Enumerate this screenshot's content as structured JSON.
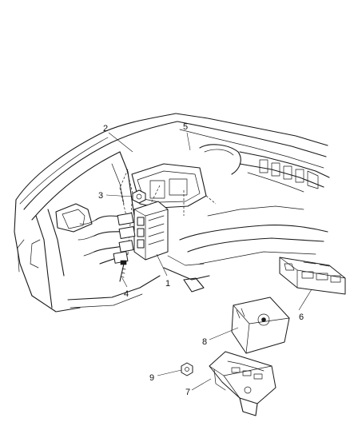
{
  "callouts": [
    {
      "id": "1",
      "text": "1"
    },
    {
      "id": "2",
      "text": "2"
    },
    {
      "id": "3",
      "text": "3"
    },
    {
      "id": "4",
      "text": "4"
    },
    {
      "id": "5",
      "text": "5"
    },
    {
      "id": "6",
      "text": "6"
    },
    {
      "id": "7",
      "text": "7"
    },
    {
      "id": "8",
      "text": "8"
    },
    {
      "id": "9",
      "text": "9"
    }
  ],
  "colors": {
    "line": "#1a1a1a",
    "background": "#ffffff"
  }
}
